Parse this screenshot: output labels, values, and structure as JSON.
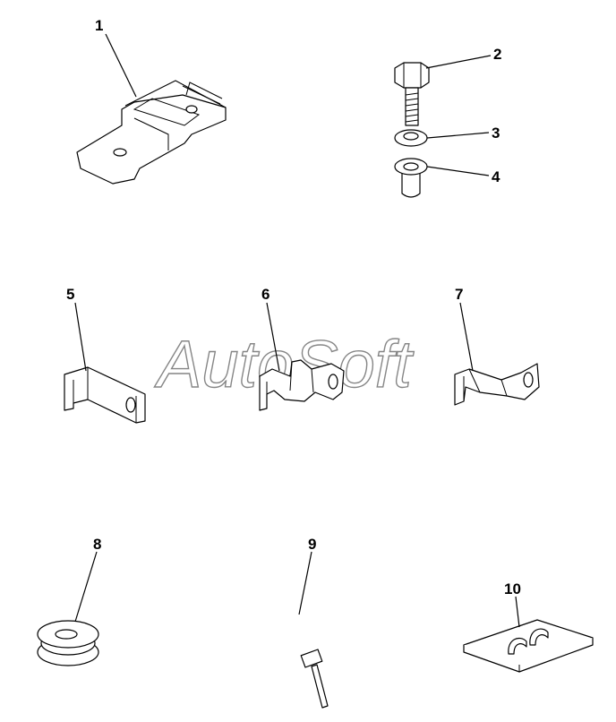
{
  "diagram": {
    "callouts": [
      {
        "id": "1",
        "label": "1"
      },
      {
        "id": "2",
        "label": "2"
      },
      {
        "id": "3",
        "label": "3"
      },
      {
        "id": "4",
        "label": "4"
      },
      {
        "id": "5",
        "label": "5"
      },
      {
        "id": "6",
        "label": "6"
      },
      {
        "id": "7",
        "label": "7"
      },
      {
        "id": "8",
        "label": "8"
      },
      {
        "id": "9",
        "label": "9"
      },
      {
        "id": "10",
        "label": "10"
      }
    ],
    "watermark": "AutoSoft"
  },
  "colors": {
    "line": "#000000",
    "background": "#ffffff",
    "watermark_outline": "#7a7a7a"
  }
}
